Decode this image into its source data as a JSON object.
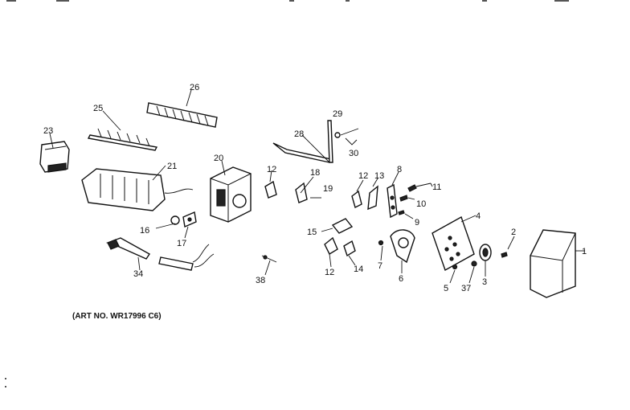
{
  "diagram": {
    "caption": "(ART NO. WR17996 C6)",
    "callouts": [
      "1",
      "2",
      "3",
      "4",
      "5",
      "6",
      "7",
      "8",
      "9",
      "10",
      "11",
      "12",
      "12",
      "12",
      "13",
      "14",
      "15",
      "16",
      "17",
      "18",
      "19",
      "20",
      "21",
      "23",
      "25",
      "26",
      "28",
      "29",
      "30",
      "34",
      "37",
      "38"
    ]
  }
}
